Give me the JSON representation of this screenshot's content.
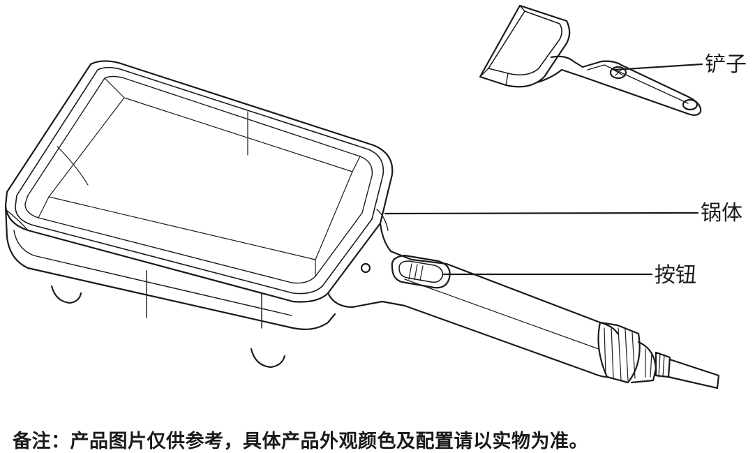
{
  "labels": {
    "spatula": "铲子",
    "pan_body": "锅体",
    "button": "按钮"
  },
  "note": "备注：产品图片仅供参考，具体产品外观颜色及配置请以实物为准。",
  "colors": {
    "line": "#1a1a1a",
    "background": "#ffffff"
  }
}
